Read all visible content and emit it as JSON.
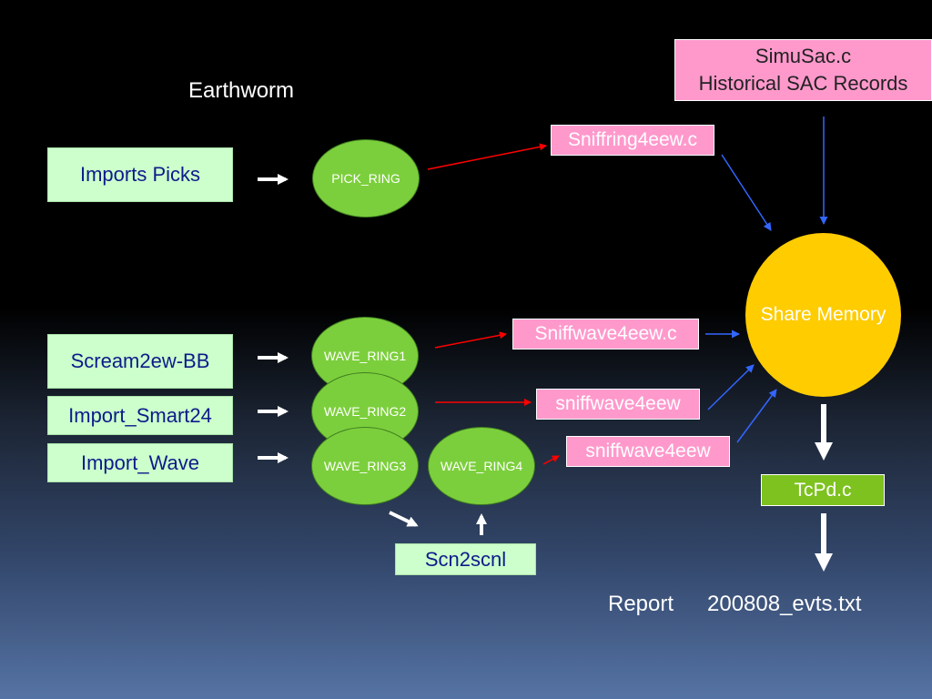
{
  "title": "Earthworm",
  "sources": {
    "imports_picks": "Imports Picks",
    "scream2ew": "Scream2ew-BB",
    "import_smart24": "Import_Smart24",
    "import_wave": "Import_Wave"
  },
  "rings": {
    "pick_ring": "PICK_RING",
    "wave_ring1": "WAVE_RING1",
    "wave_ring2": "WAVE_RING2",
    "wave_ring3": "WAVE_RING3",
    "wave_ring4": "WAVE_RING4"
  },
  "modules": {
    "sniffring": "Sniffring4eew.c",
    "sniffwave_c": "Sniffwave4eew.c",
    "sniffwave_a": "sniffwave4eew",
    "sniffwave_b": "sniffwave4eew",
    "scn2scnl": "Scn2scnl",
    "simusac_line1": "SimuSac.c",
    "simusac_line2": "Historical SAC Records",
    "share_memory": "Share Memory",
    "tcpd": "TcPd.c"
  },
  "report": {
    "label": "Report",
    "file": "200808_evts.txt"
  },
  "colors": {
    "red_arrow": "#ff0000",
    "blue_arrow": "#3366ff",
    "white_arrow": "#ffffff"
  }
}
